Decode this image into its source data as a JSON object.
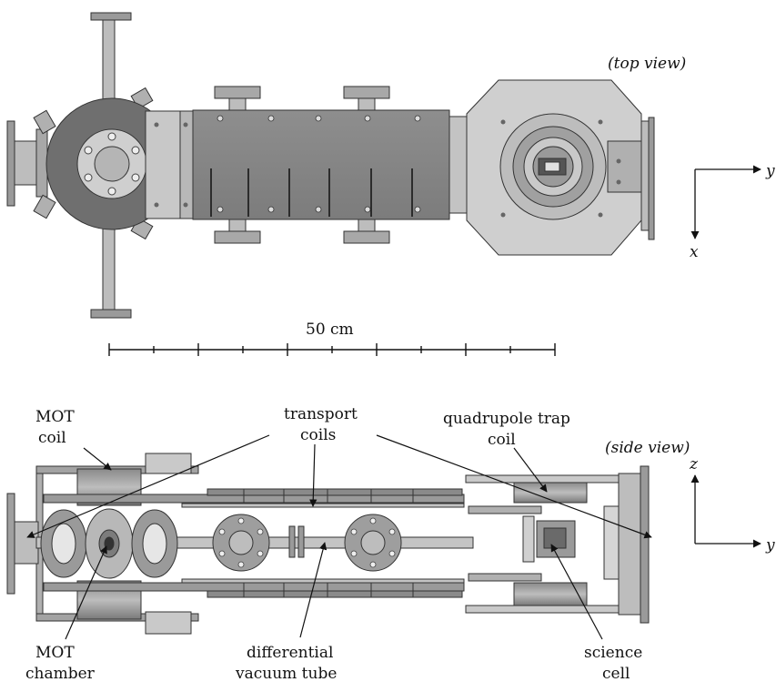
{
  "top_view": {
    "caption": "(top view)",
    "axis_y": "y",
    "axis_x": "x",
    "scale_text": "50 cm"
  },
  "side_view": {
    "caption": "(side view)",
    "axis_z": "z",
    "axis_y": "y",
    "labels": {
      "mot_coil_l1": "MOT",
      "mot_coil_l2": "coil",
      "transport_l1": "transport",
      "transport_l2": "coils",
      "quad_l1": "quadrupole trap",
      "quad_l2": "coil",
      "mot_chamber_l1": "MOT",
      "mot_chamber_l2": "chamber",
      "diff_l1": "differential",
      "diff_l2": "vacuum tube",
      "science_l1": "science",
      "science_l2": "cell"
    }
  },
  "colors": {
    "metal_dark": "#7a7a7a",
    "metal_mid": "#9c9c9c",
    "metal_light": "#c8c8c8",
    "metal_pale": "#dcdcdc"
  }
}
